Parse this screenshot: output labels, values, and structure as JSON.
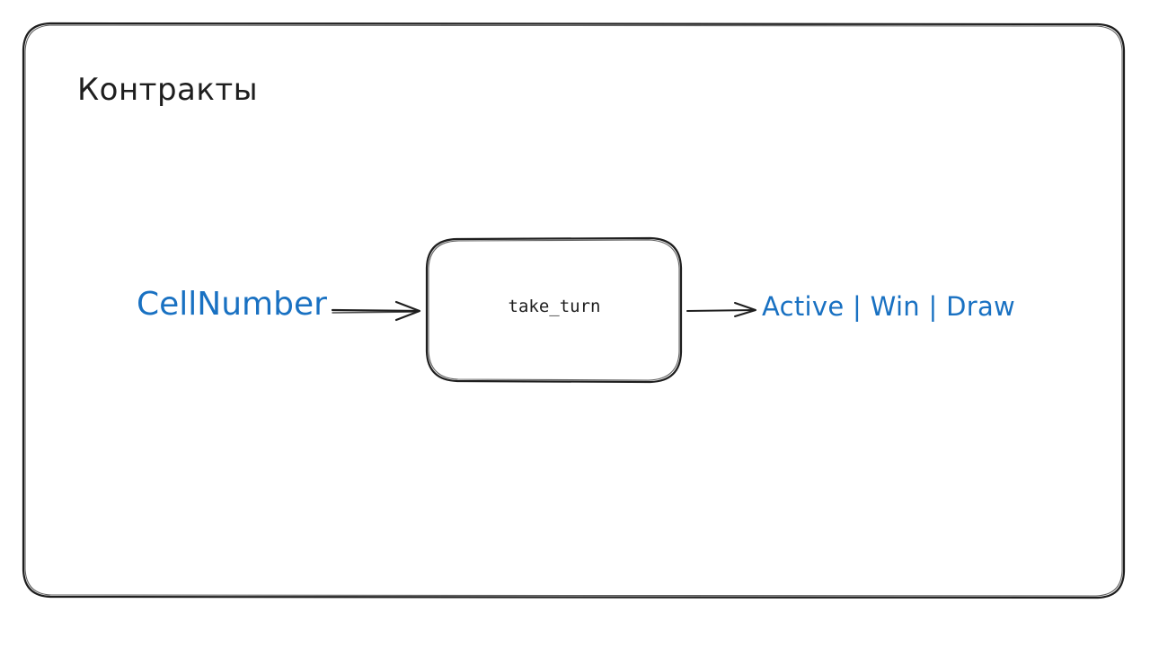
{
  "frame": {
    "title": "Контракты"
  },
  "input": {
    "label": "CellNumber"
  },
  "process": {
    "label": "take_turn"
  },
  "output": {
    "label": "Active | Win | Draw"
  },
  "colors": {
    "stroke": "#1e1e1e",
    "accent": "#1971c2",
    "background": "#ffffff"
  }
}
